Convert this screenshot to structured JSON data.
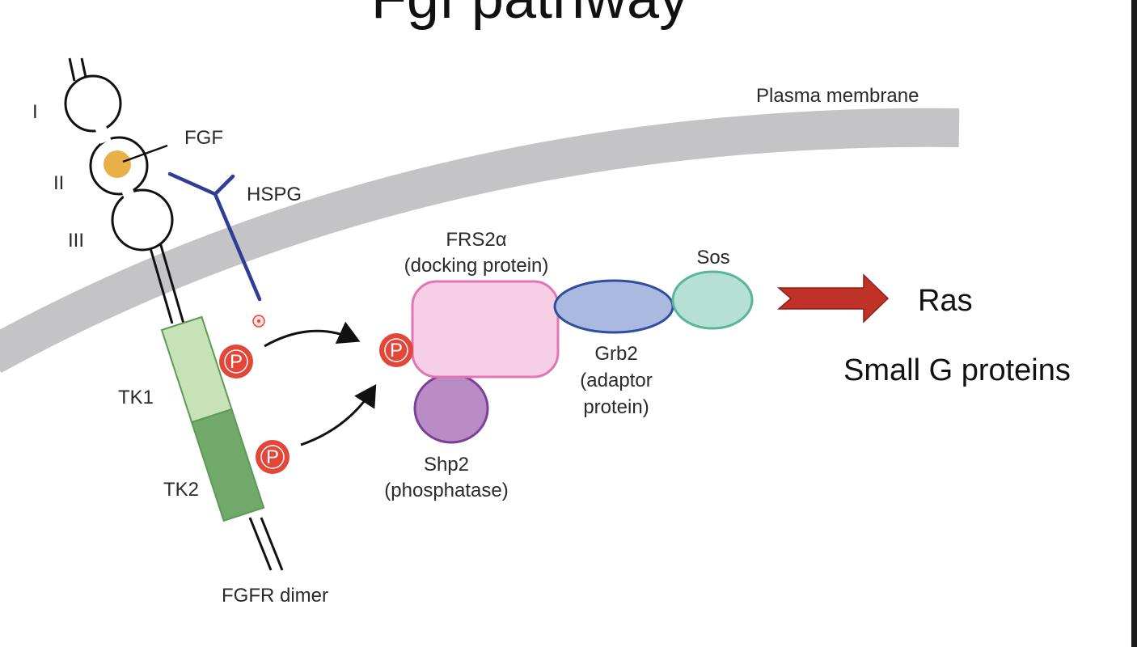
{
  "slide": {
    "title": "Fgf pathway"
  },
  "labels": {
    "plasma_membrane": "Plasma membrane",
    "fgf": "FGF",
    "domain_1": "I",
    "domain_2": "II",
    "domain_3": "III",
    "hspg": "HSPG",
    "tk1": "TK1",
    "tk2": "TK2",
    "fgfr_dimer": "FGFR dimer",
    "frs2_line1": "FRS2α",
    "frs2_line2": "(docking protein)",
    "sos": "Sos",
    "grb2_line1": "Grb2",
    "grb2_line2": "(adaptor",
    "grb2_line3": "protein)",
    "shp2_line1": "Shp2",
    "shp2_line2": "(phosphatase)",
    "phospho": "P",
    "ras": "Ras",
    "small_g": "Small G proteins"
  },
  "colors": {
    "membrane": "#c4c4c6",
    "fgf": "#e9b04a",
    "hspg": "#2f3d96",
    "tk1": "#c8e2b8",
    "tk2": "#71a96a",
    "receptor_outline": "#5c9a56",
    "phospho": "#e2473a",
    "frs2_fill": "#f6cfe4",
    "frs2_stroke": "#e276b4",
    "grb2_fill": "#a9b9e0",
    "grb2_stroke": "#2f4e9d",
    "sos_fill": "#b6e0d3",
    "sos_stroke": "#5bb59a",
    "shp2_fill": "#b98cc6",
    "shp2_stroke": "#7d3f99",
    "arrow": "#c03128"
  }
}
